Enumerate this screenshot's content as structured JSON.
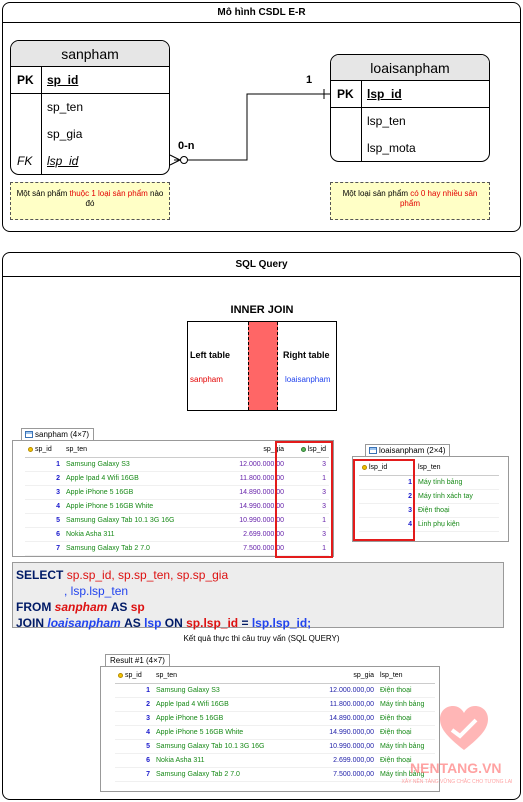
{
  "er_panel": {
    "title": "Mô hình CSDL E-R"
  },
  "entity_sanpham": {
    "name": "sanpham",
    "pk_label": "PK",
    "pk_field": "sp_id",
    "fields": [
      "sp_ten",
      "sp_gia"
    ],
    "fk_label": "FK",
    "fk_field": "lsp_id"
  },
  "entity_loaisanpham": {
    "name": "loaisanpham",
    "pk_label": "PK",
    "pk_field": "lsp_id",
    "fields": [
      "lsp_ten",
      "lsp_mota"
    ]
  },
  "relation": {
    "one": "1",
    "many": "0-n"
  },
  "note_sanpham": {
    "before": "Một sản phẩm ",
    "highlight": "thuộc 1 loại sản phẩm",
    "after": " nào đó"
  },
  "note_loaisanpham": {
    "before": "Một loại sản phẩm ",
    "highlight": "có 0 hay nhiều sản phẩm",
    "after": ""
  },
  "sql_panel": {
    "title": "SQL Query"
  },
  "join_diagram": {
    "title": "INNER JOIN",
    "left_label": "Left table",
    "right_label": "Right table",
    "left_name": "sanpham",
    "right_name": "loaisanpham",
    "overlap_color": "#ff6666"
  },
  "grid_sanpham": {
    "tab": "sanpham (4×7)",
    "headers": [
      "sp_id",
      "sp_ten",
      "sp_gia",
      "lsp_id"
    ],
    "rows": [
      [
        "1",
        "Samsung Galaxy S3",
        "12.000.000,00",
        "3"
      ],
      [
        "2",
        "Apple Ipad 4 Wifi 16GB",
        "11.800.000,00",
        "1"
      ],
      [
        "3",
        "Apple iPhone 5 16GB",
        "14.890.000,00",
        "3"
      ],
      [
        "4",
        "Apple iPhone 5 16GB White",
        "14.990.000,00",
        "3"
      ],
      [
        "5",
        "Samsung Galaxy Tab 10.1 3G 16G",
        "10.990.000,00",
        "1"
      ],
      [
        "6",
        "Nokia Asha 311",
        "2.699.000,00",
        "3"
      ],
      [
        "7",
        "Samsung Galaxy Tab 2 7.0",
        "7.500.000,00",
        "1"
      ]
    ]
  },
  "grid_loaisanpham": {
    "tab": "loaisanpham (2×4)",
    "headers": [
      "lsp_id",
      "lsp_ten"
    ],
    "rows": [
      [
        "1",
        "Máy tính bảng"
      ],
      [
        "2",
        "Máy tính xách tay"
      ],
      [
        "3",
        "Điện thoại"
      ],
      [
        "4",
        "Linh phụ kiện"
      ]
    ]
  },
  "sql": {
    "select": "SELECT",
    "cols1": "sp.sp_id, sp.sp_ten, sp.sp_gia",
    "cols2_prefix": ", ",
    "cols2": "lsp.lsp_ten",
    "from": "FROM",
    "t1": "sanpham",
    "as": "AS",
    "a1": "sp",
    "join": "JOIN",
    "t2": "loaisanpham",
    "a2": "lsp",
    "on": "ON",
    "c1": "sp.lsp_id",
    "eq": "=",
    "c2": "lsp.lsp_id;"
  },
  "result_caption": "Kết quả thực thi câu truy vấn (SQL QUERY)",
  "grid_result": {
    "tab": "Result #1 (4×7)",
    "headers": [
      "sp_id",
      "sp_ten",
      "sp_gia",
      "lsp_ten"
    ],
    "rows": [
      [
        "1",
        "Samsung Galaxy S3",
        "12.000.000,00",
        "Điện thoại"
      ],
      [
        "2",
        "Apple Ipad 4 Wifi 16GB",
        "11.800.000,00",
        "Máy tính bảng"
      ],
      [
        "3",
        "Apple iPhone 5 16GB",
        "14.890.000,00",
        "Điện thoại"
      ],
      [
        "4",
        "Apple iPhone 5 16GB White",
        "14.990.000,00",
        "Điện thoại"
      ],
      [
        "5",
        "Samsung Galaxy Tab 10.1 3G 16G",
        "10.990.000,00",
        "Máy tính bảng"
      ],
      [
        "6",
        "Nokia Asha 311",
        "2.699.000,00",
        "Điện thoại"
      ],
      [
        "7",
        "Samsung Galaxy Tab 2 7.0",
        "7.500.000,00",
        "Máy tính bảng"
      ]
    ]
  },
  "watermark": {
    "brand": "NENTANG.VN",
    "tagline": "XÂY NỀN TẢNG VỮNG CHẮC CHO TƯƠNG LAI"
  }
}
